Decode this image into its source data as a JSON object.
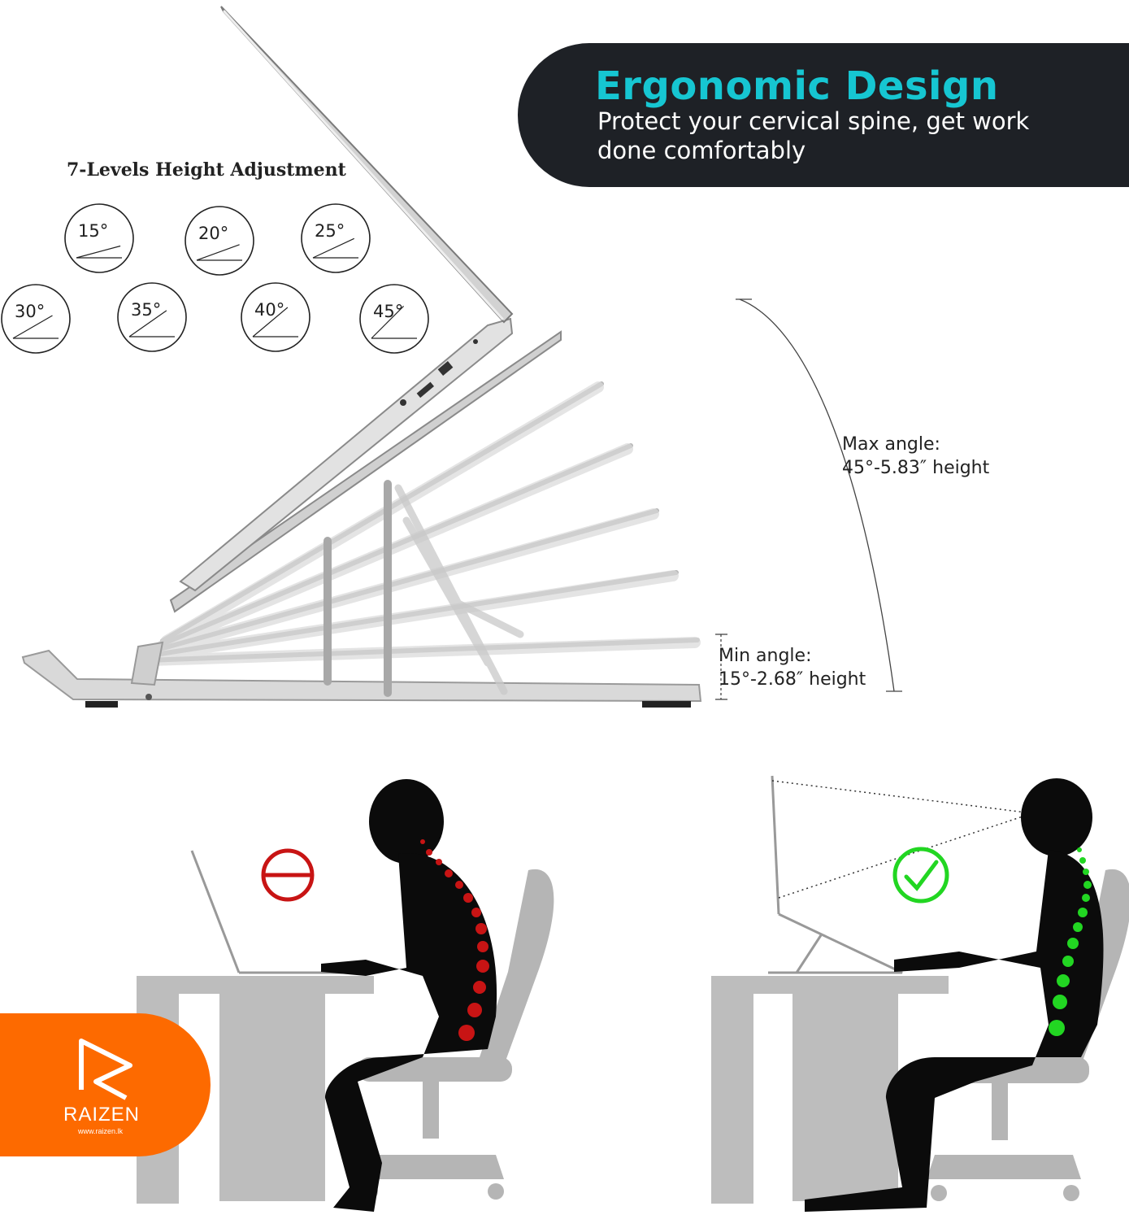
{
  "header": {
    "title": "Ergonomic Design",
    "subtitle": "Protect your cervical spine, get work done comfortably",
    "accent_color": "#16c6d2",
    "background_color": "#1e2126"
  },
  "height_levels": {
    "title": "7-Levels Height Adjustment",
    "angles": [
      "15°",
      "20°",
      "25°",
      "30°",
      "35°",
      "40°",
      "45°"
    ]
  },
  "annotations": {
    "max_angle_label": "Max angle:",
    "max_angle_value": "45°-5.83″   height",
    "min_angle_label": "Min angle:",
    "min_angle_value": "15°-2.68″   height"
  },
  "posture": {
    "wrong_icon": "prohibited-icon",
    "wrong_color": "#c81414",
    "right_icon": "checkmark-icon",
    "right_color": "#22d622"
  },
  "brand": {
    "logo_icon": "raizen-logo-icon",
    "name": "RAIZEN",
    "url": "www.raizen.lk",
    "color": "#fd6a00"
  }
}
